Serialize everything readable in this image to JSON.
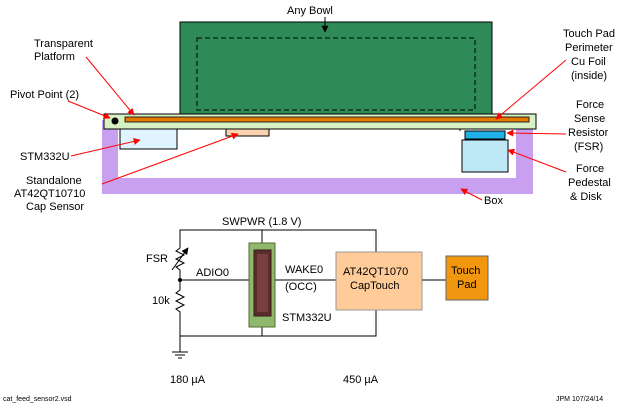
{
  "labels": {
    "any_bowl": "Any  Bowl",
    "transparent_platform": [
      "Transparent",
      "Platform"
    ],
    "pivot_point": "Pivot Point (2)",
    "stm332u_top": "STM332U",
    "standalone_cap_sensor": [
      "Standalone",
      "AT42QT10710",
      "Cap Sensor"
    ],
    "touch_pad_foil": [
      "Touch Pad",
      "Perimeter",
      "Cu Foil",
      "(inside)"
    ],
    "fsr_top": [
      "Force",
      "Sense",
      "Resistor",
      "(FSR)"
    ],
    "force_pedestal": [
      "Force",
      "Pedestal",
      "& Disk"
    ],
    "box": "Box"
  },
  "schematic": {
    "swpwr": "SWPWR (1.8 V)",
    "fsr": "FSR",
    "adio0": "ADIO0",
    "r10k": "10k",
    "wake0": "WAKE0",
    "occ": "(OCC)",
    "captouch_chip": [
      "AT42QT1070",
      "CapTouch"
    ],
    "touch_pad": [
      "Touch",
      "Pad"
    ],
    "stm332u": "STM332U",
    "current_left": "180 µA",
    "current_right": "450 µA"
  },
  "footer": {
    "file": "cat_feed_sensor2.vsd",
    "author_date": "JPM 107/24/14"
  },
  "colors": {
    "bowl": "#2e8b57",
    "platform": "#d7f0c4",
    "foil": "#e07b00",
    "box": "#c9a0f0",
    "stm_box": "#dff4ff",
    "cap_sensor": "#fbd2ad",
    "fsr": "#1fb0e6",
    "pedestal": "#bfe8f7",
    "chip_fill": "#ffcc99",
    "touchpad_fill": "#f0960f",
    "arrow": "#ff0000"
  }
}
